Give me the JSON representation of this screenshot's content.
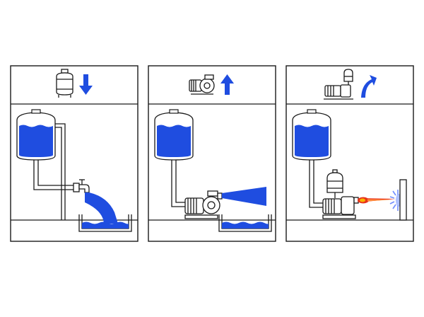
{
  "colors": {
    "stroke": "#1a1a1a",
    "water": "#1f4de0",
    "water_light": "#8fa8f0",
    "arrow": "#1f4de0",
    "flame_core": "#f7b500",
    "flame_outer": "#e8321a",
    "wall_glow": "#9ab0ff",
    "panel_fill": "#ffffff"
  },
  "panels": [
    {
      "name": "gravity-tank",
      "header_icon": "expansion-tank-icon",
      "direction_icon": "arrow-down-icon",
      "system": "elevated-tank-faucet",
      "outflow": "faucet-stream-into-basin"
    },
    {
      "name": "pump-boost",
      "header_icon": "centrifugal-pump-icon",
      "direction_icon": "arrow-up-icon",
      "system": "tank-centrifugal-pump",
      "outflow": "spray-jet"
    },
    {
      "name": "pressure-pump",
      "header_icon": "booster-pump-icon",
      "direction_icon": "arrow-curve-up-icon",
      "system": "tank-booster-pump-with-pressure-vessel",
      "outflow": "high-pressure-jet-on-wall"
    }
  ]
}
